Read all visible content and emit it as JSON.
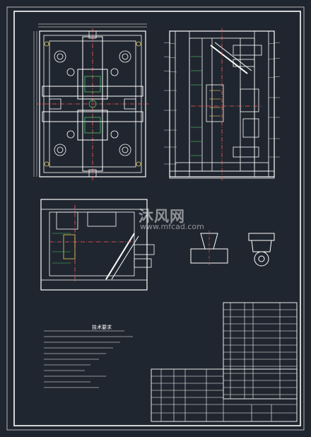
{
  "drawing": {
    "technical_notes_title": "技术要求",
    "watermark_cn": "沐风网",
    "watermark_url": "www.mfcad.com"
  },
  "colors": {
    "background": "#20262f",
    "line": "#ffffff",
    "red": "#ff5a5a",
    "green": "#49c86b",
    "yellow": "#e7d35a",
    "cyan": "#66d1e6",
    "watermark": "#e9e9e9"
  }
}
